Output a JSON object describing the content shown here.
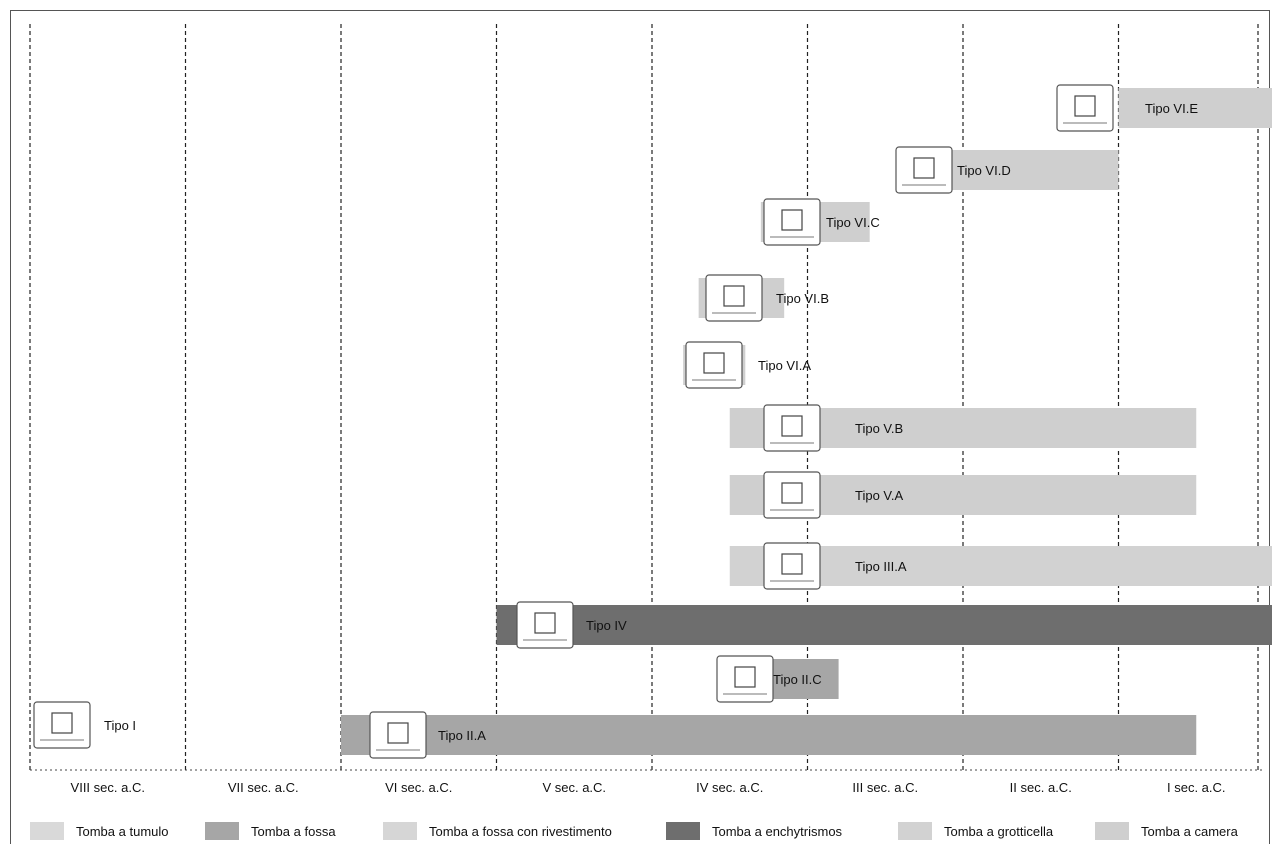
{
  "centuries": [
    "VIII sec. a.C.",
    "VII sec. a.C.",
    "VI sec. a.C.",
    "V sec. a.C.",
    "IV sec. a.C.",
    "III sec. a.C.",
    "II sec. a.C.",
    "I sec. a.C."
  ],
  "categories": {
    "tumulo": {
      "label": "Tomba a tumulo",
      "color": "#d9d9d9"
    },
    "fossa": {
      "label": "Tomba a fossa",
      "color": "#a6a6a6"
    },
    "rivestimento": {
      "label": "Tomba a fossa con rivestimento",
      "color": "#d6d6d6"
    },
    "enchytrismos": {
      "label": "Tomba a enchytrismos",
      "color": "#6e6e6e"
    },
    "grotticella": {
      "label": "Tomba a grotticella",
      "color": "#d2d2d2"
    },
    "camera": {
      "label": "Tomba a camera",
      "color": "#cfcfcf"
    }
  },
  "legend_order": [
    "tumulo",
    "fossa",
    "rivestimento",
    "enchytrismos",
    "grotticella",
    "camera"
  ],
  "types": [
    {
      "id": "vie",
      "label": "Tipo VI.E",
      "category": "camera",
      "start": 7.0,
      "end": 8.0,
      "icon": "facade-tomb-drawing"
    },
    {
      "id": "vid",
      "label": "Tipo VI.D",
      "category": "camera",
      "start": 5.75,
      "end": 7.0,
      "icon": "arched-facade-drawing"
    },
    {
      "id": "vic",
      "label": "Tipo VI.C",
      "category": "camera",
      "start": 4.7,
      "end": 5.4,
      "icon": "gabled-facade-drawing"
    },
    {
      "id": "vib",
      "label": "Tipo VI.B",
      "category": "camera",
      "start": 4.3,
      "end": 4.85,
      "icon": "pyramid-tomb-drawing"
    },
    {
      "id": "via",
      "label": "Tipo VI.A",
      "category": "camera",
      "start": 4.2,
      "end": 4.6,
      "icon": "trilithon-tomb-drawing"
    },
    {
      "id": "vb",
      "label": "Tipo V.B",
      "category": "camera",
      "start": 4.5,
      "end": 7.5,
      "icon": "multi-chamber-plan-drawing"
    },
    {
      "id": "va",
      "label": "Tipo V.A",
      "category": "camera",
      "start": 4.5,
      "end": 7.5,
      "icon": "chamber-plan-drawing"
    },
    {
      "id": "iiia",
      "label": "Tipo III.A",
      "category": "grotticella",
      "start": 4.5,
      "end": 8.0,
      "icon": "grotto-tomb-drawing"
    },
    {
      "id": "iv",
      "label": "Tipo IV",
      "category": "enchytrismos",
      "start": 3.0,
      "end": 8.0,
      "icon": "amphora-burial-drawing"
    },
    {
      "id": "iic",
      "label": "Tipo II.C",
      "category": "fossa",
      "start": 4.5,
      "end": 5.2,
      "icon": "lined-pit-burial-drawing"
    },
    {
      "id": "i",
      "label": "Tipo I",
      "category": "tumulo",
      "start": 0.0,
      "end": 0.0,
      "icon": "tumulus-drawing"
    },
    {
      "id": "iia",
      "label": "Tipo II.A",
      "category": "fossa",
      "start": 2.0,
      "end": 7.5,
      "icon": "pit-burial-drawing"
    }
  ]
}
